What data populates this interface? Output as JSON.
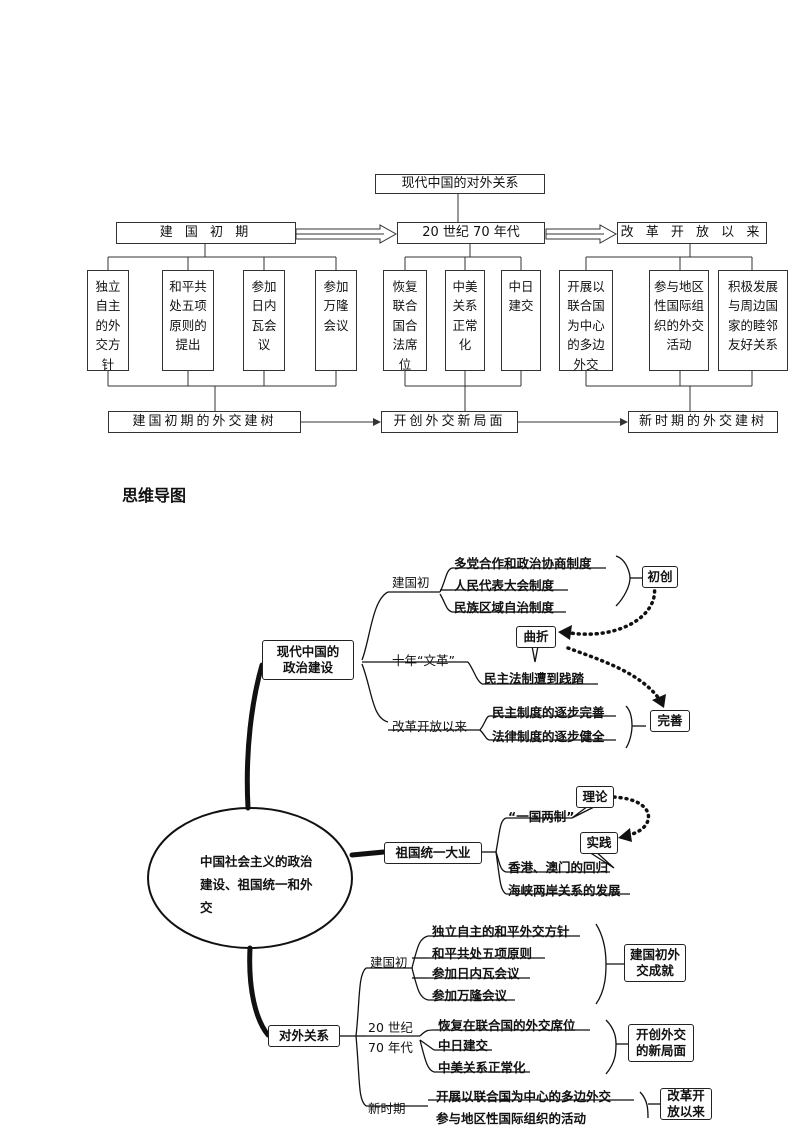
{
  "top": {
    "title": "现代中国的对外关系",
    "periods": [
      "建 国 初 期",
      "20 世纪 70 年代",
      "改 革 开 放 以 来"
    ],
    "early_items": [
      "独立自主的外交方针",
      "和平共处五项原则的提出",
      "参加日内瓦会议",
      "参加万隆会议"
    ],
    "seventies_items": [
      "恢复联合国合法席位",
      "中美关系正常化",
      "中日建交"
    ],
    "reform_items": [
      "开展以联合国为中心的多边外交",
      "参与地区性国际组织的外交活动",
      "积极发展与周边国家的睦邻友好关系"
    ],
    "results": [
      "建国初期的外交建树",
      "开创外交新局面",
      "新时期的外交建树"
    ]
  },
  "mindmap": {
    "heading": "思维导图",
    "center": "中国社会主义的政治建设、祖国统一和外交",
    "political": {
      "label": "现代中国的政治建设",
      "early": "建国初",
      "early_items": [
        "多党合作和政治协商制度",
        "人民代表大会制度",
        "民族区域自治制度"
      ],
      "early_tag": "初创",
      "cr": "十年“文革”",
      "cr_item": "民主法制遭到践踏",
      "cr_tag": "曲折",
      "reform": "改革开放以来",
      "reform_items": [
        "民主制度的逐步完善",
        "法律制度的逐步健全"
      ],
      "reform_tag": "完善"
    },
    "unification": {
      "label": "祖国统一大业",
      "policy": "“一国两制”",
      "theory_tag": "理论",
      "practice_tag": "实践",
      "items": [
        "香港、澳门的回归",
        "海峡两岸关系的发展"
      ]
    },
    "foreign": {
      "label": "对外关系",
      "early": "建国初",
      "early_items": [
        "独立自主的和平外交方针",
        "和平共处五项原则",
        "参加日内瓦会议",
        "参加万隆会议"
      ],
      "early_tag": "建国初外交成就",
      "seventies": "20 世纪70 年代",
      "seventies_items": [
        "恢复在联合国的外交席位",
        "中日建交",
        "中美关系正常化"
      ],
      "seventies_tag": "开创外交的新局面",
      "new": "新时期",
      "new_items": [
        "开展以联合国为中心的多边外交",
        "参与地区性国际组织的活动"
      ],
      "new_tag": "改革开放以来"
    }
  }
}
